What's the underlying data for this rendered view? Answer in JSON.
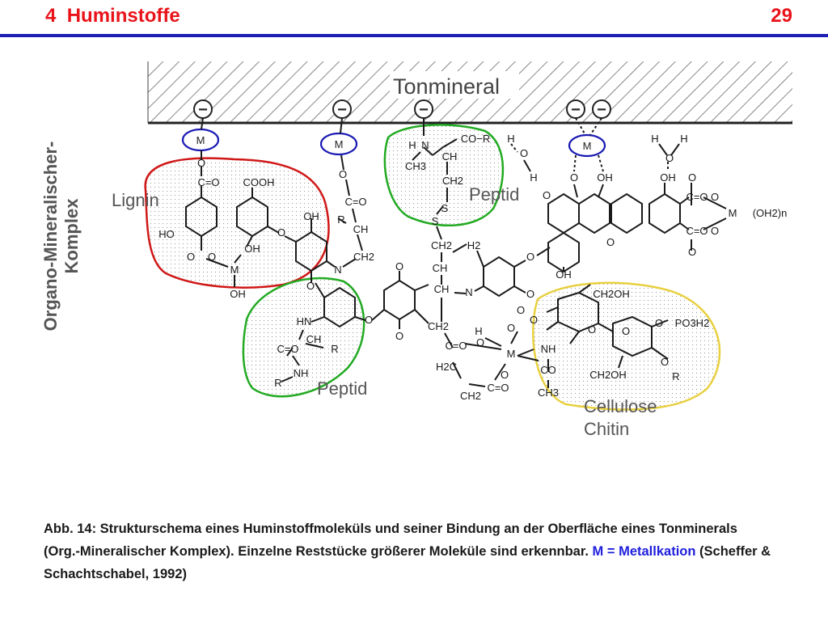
{
  "slide": {
    "chapter": "4",
    "title": "Huminstoffe",
    "page_number": "29"
  },
  "diagram": {
    "surface_label": "Tonmineral",
    "side_label_line1": "Organo-Mineralischer-",
    "side_label_line2": "Komplex",
    "metal_symbol": "M",
    "charge_symbol": "−",
    "region_labels": {
      "lignin": "Lignin",
      "peptid_top": "Peptid",
      "peptid_bottom": "Peptid",
      "cellulose": "Cellulose",
      "chitin": "Chitin"
    },
    "groups": {
      "cooh": "COOH",
      "co_r": "CO−R",
      "c_eq_o": "C=O",
      "o": "O",
      "oh": "OH",
      "ho": "HO",
      "h": "H",
      "n": "N",
      "nh": "NH",
      "hn": "HN",
      "ch": "CH",
      "ch2": "CH2",
      "ch3": "CH3",
      "ch2oh": "CH2OH",
      "h2c": "H2C",
      "h2": "H2",
      "s": "S",
      "r": "R",
      "co": "CO",
      "po3h2": "PO3H2",
      "oh2n": "(OH2)n"
    },
    "colors": {
      "lignin_outline": "#d01818",
      "peptid_outline": "#22aa22",
      "cellulose_outline": "#e8d040",
      "metal_circle": "#1a1ab4"
    }
  },
  "caption": {
    "part1": "Abb. 14: Strukturschema eines Huminstoffmoleküls und seiner Bindung an der Oberfläche eines Tonminerals (Org.-Mineralischer Komplex). Einzelne Reststücke größerer Moleküle sind erkennbar. ",
    "highlight": "M = Metallkation",
    "part2": " (Scheffer & Schachtschabel, 1992)"
  }
}
